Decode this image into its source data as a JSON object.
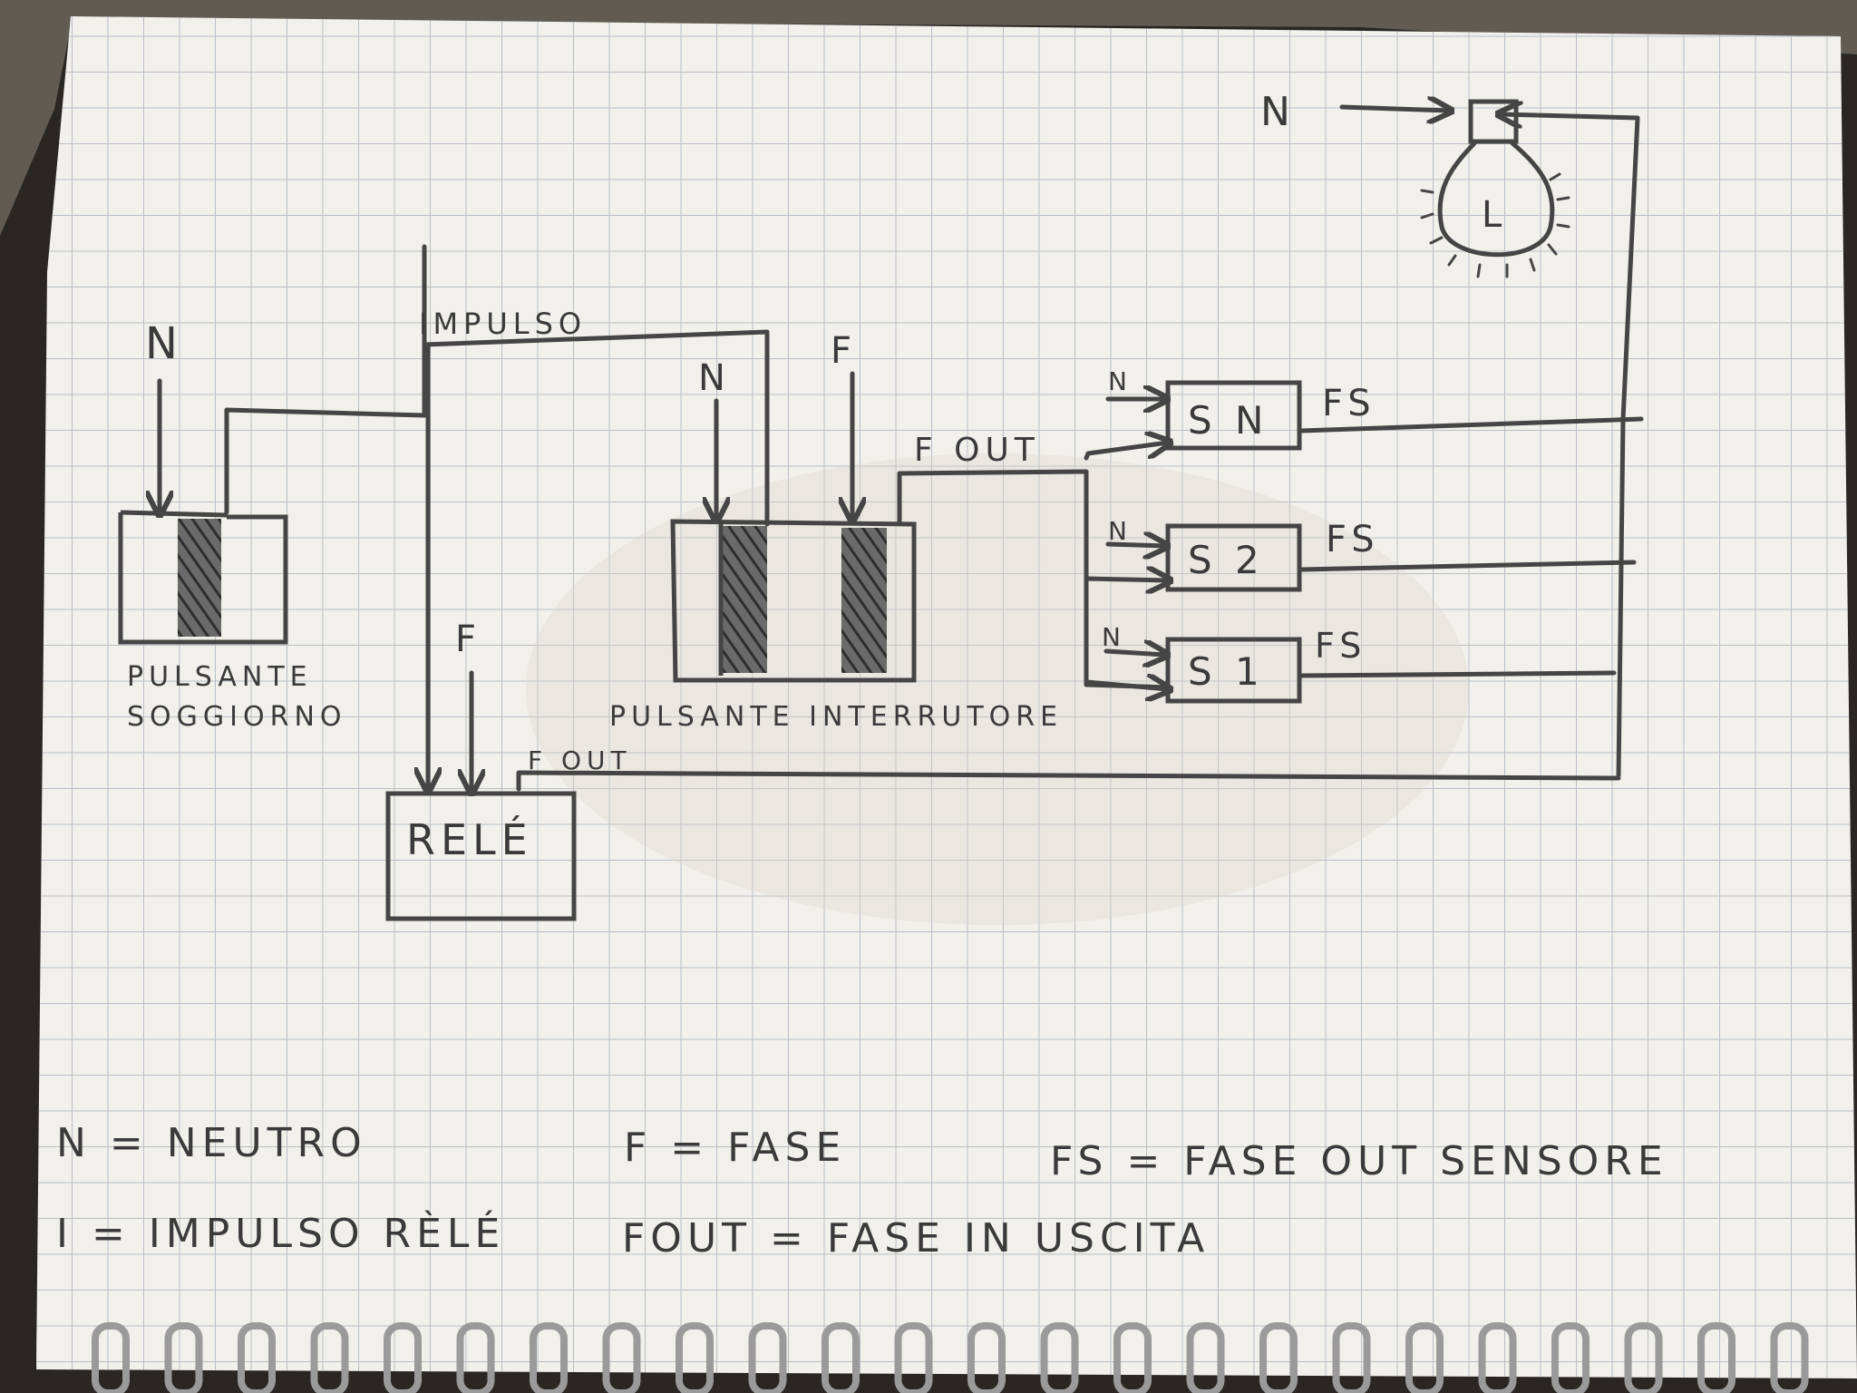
{
  "colors": {
    "paper": "#f1f0ea",
    "grid": "#b9bfc6",
    "ink": "#454545",
    "hatch": "#4a4a4a",
    "background": "#2a2622"
  },
  "labels": {
    "n_soggiorno": "N",
    "impulso": "IMPULSO",
    "n_interruttore": "N",
    "f_interruttore": "F",
    "fout_top": "F OUT",
    "n_lamp": "N",
    "lamp": "L",
    "f_rele": "F",
    "fout_bottom": "F OUT",
    "rele": "RELÉ",
    "pulsante_soggiorno_1": "PULSANTE",
    "pulsante_soggiorno_2": "SOGGIORNO",
    "pulsante_interruttore": "PULSANTE INTERRUTORE"
  },
  "sensors": [
    {
      "n_label": "N",
      "name": "S N",
      "fs_label": "FS"
    },
    {
      "n_label": "N",
      "name": "S 2",
      "fs_label": "FS"
    },
    {
      "n_label": "N",
      "name": "S 1",
      "fs_label": "FS"
    }
  ],
  "legend": {
    "row1": [
      "N = NEUTRO",
      "F = FASE",
      "FS = FASE OUT SENSORE"
    ],
    "row2": [
      "I = IMPULSO RÈLÉ",
      "FOUT = FASE IN USCITA"
    ]
  },
  "icons": {
    "lamp": "lightbulb-icon",
    "spiral": "spiral-binding-icon"
  }
}
